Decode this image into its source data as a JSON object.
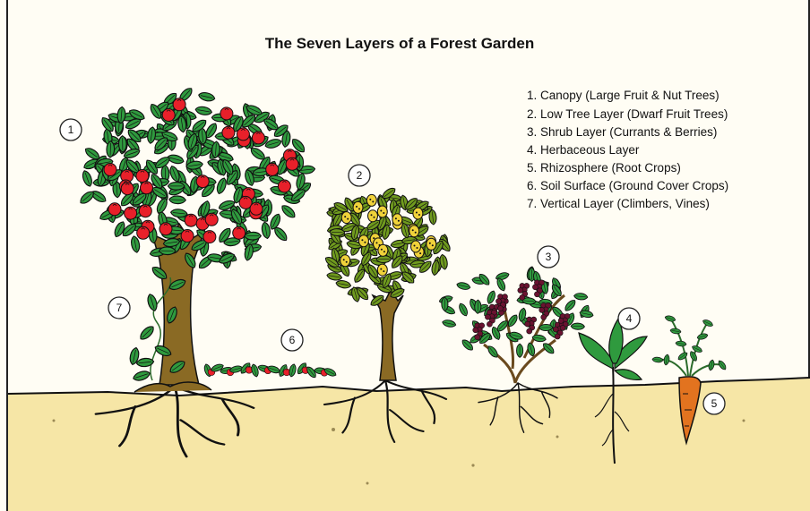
{
  "title": "The Seven Layers of a Forest Garden",
  "legend": [
    "1. Canopy (Large Fruit & Nut Trees)",
    "2. Low Tree Layer (Dwarf Fruit Trees)",
    "3. Shrub Layer (Currants & Berries)",
    "4. Herbaceous Layer",
    "5. Rhizosphere (Root Crops)",
    "6. Soil Surface (Ground Cover Crops)",
    "7. Vertical Layer (Climbers, Vines)"
  ],
  "markers": {
    "m1": "1",
    "m2": "2",
    "m3": "3",
    "m4": "4",
    "m5": "5",
    "m6": "6",
    "m7": "7"
  },
  "colors": {
    "sky": "#fffdf4",
    "soil": "#f6e6a6",
    "leaf": "#2f9a3e",
    "apple": "#e8202a",
    "pear": "#f0d23a",
    "berry": "#6a1230",
    "trunk": "#8a6a24",
    "carrot": "#e2731f"
  }
}
